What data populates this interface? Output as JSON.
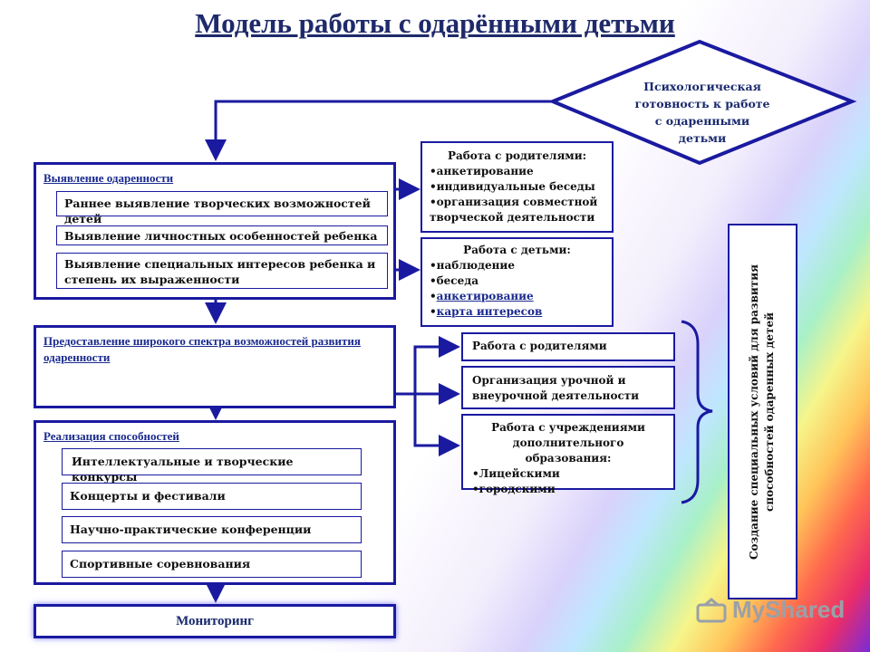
{
  "title": "Модель работы с одарёнными детьми",
  "diamond": {
    "line1": "Психологическая",
    "line2": "готовность к работе",
    "line3": "с одаренными",
    "line4": "детьми"
  },
  "section1": {
    "heading": "Выявление одаренности",
    "items": [
      "Раннее выявление творческих возможностей детей",
      "Выявление личностных особенностей ребенка",
      "Выявление специальных интересов ребенка и степень их выраженности"
    ]
  },
  "section2": {
    "heading": "Предоставление широкого спектра возможностей развития одаренности"
  },
  "section3": {
    "heading": "Реализация способностей",
    "items": [
      "Интеллектуальные и творческие конкурсы",
      "Концерты и фестивали",
      "Научно-практические конференции",
      "Спортивные соревнования"
    ]
  },
  "monitoring": "Мониторинг",
  "parents_box": {
    "heading": "Работа с родителями:",
    "items": [
      "•анкетирование",
      "•индивидуальные беседы",
      "•организация совместной",
      "творческой деятельности"
    ]
  },
  "children_box": {
    "heading": "Работа с детьми:",
    "items": [
      "•наблюдение",
      "•беседа",
      "анкетирование",
      "карта интересов"
    ]
  },
  "right_boxes": {
    "parents": "Работа с родителями",
    "activity": "Организация урочной и внеурочной деятельности",
    "institutions_heading": "Работа с учреждениями дополнительного образования:",
    "institutions_items": [
      "•Лицейскими",
      "•городскими"
    ]
  },
  "vertical_box": {
    "line1": "Создание специальных условий для развития",
    "line2": "способностей одаренных детей"
  },
  "watermark": "MyShared",
  "colors": {
    "accent": "#1a1aa0",
    "title": "#1f2a6b"
  }
}
